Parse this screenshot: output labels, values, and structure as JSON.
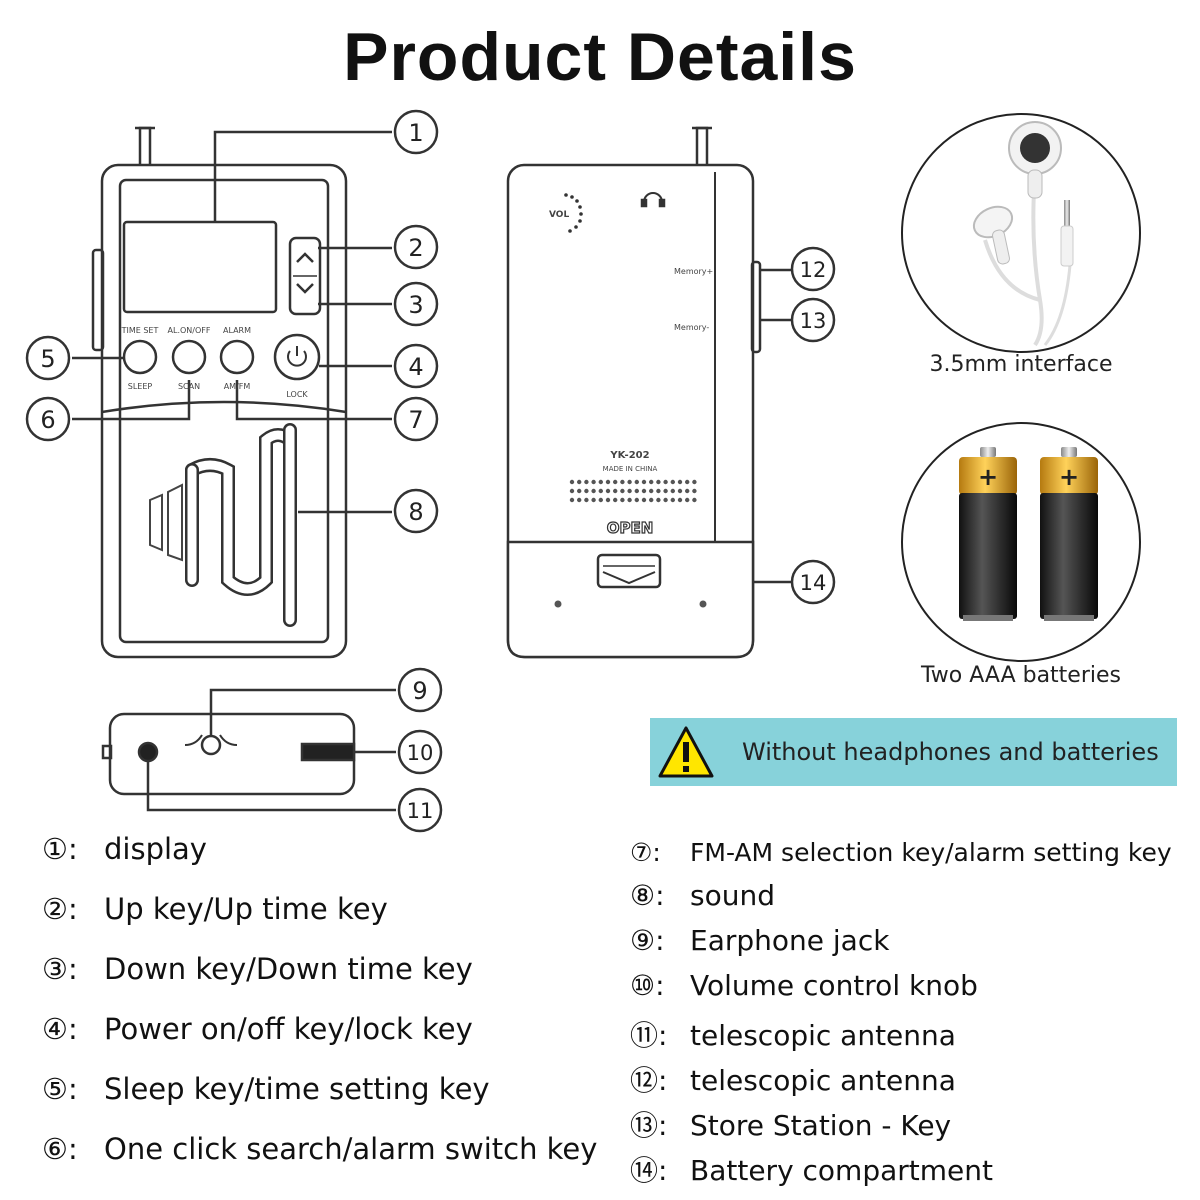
{
  "title": "Product Details",
  "front_view": {
    "button_top_labels": [
      "TIME SET",
      "AL.ON/OFF",
      "ALARM"
    ],
    "button_bottom_labels": [
      "SLEEP",
      "SCAN",
      "AM/FM",
      "LOCK"
    ]
  },
  "back_view": {
    "vol_label": "VOL",
    "memory_labels": [
      "Memory+",
      "Memory-"
    ],
    "model": "YK-202",
    "made_in": "MADE IN CHINA",
    "open_label": "OPEN"
  },
  "callouts": [
    "1",
    "2",
    "3",
    "4",
    "5",
    "6",
    "7",
    "8",
    "9",
    "10",
    "11",
    "12",
    "13",
    "14"
  ],
  "earphones_caption": "3.5mm interface",
  "batteries_caption": "Two AAA batteries",
  "warning_text": "Without headphones and batteries",
  "legend_left": [
    {
      "num": "①:",
      "text": "display"
    },
    {
      "num": "②:",
      "text": "Up key/Up time key"
    },
    {
      "num": "③:",
      "text": "Down key/Down time key"
    },
    {
      "num": "④:",
      "text": "Power on/off key/lock key"
    },
    {
      "num": "⑤:",
      "text": "Sleep key/time setting key"
    },
    {
      "num": "⑥:",
      "text": "One click search/alarm switch key"
    }
  ],
  "legend_right": [
    {
      "num": "⑦:",
      "text": "FM-AM selection key/alarm setting key"
    },
    {
      "num": "⑧:",
      "text": "sound"
    },
    {
      "num": "⑨:",
      "text": "Earphone jack"
    },
    {
      "num": "⑩:",
      "text": "Volume control knob"
    },
    {
      "num": "⑪:",
      "text": "telescopic antenna"
    },
    {
      "num": "⑫:",
      "text": "telescopic antenna"
    },
    {
      "num": "⑬:",
      "text": "Store Station - Key"
    },
    {
      "num": "⑭:",
      "text": "Battery compartment"
    }
  ],
  "colors": {
    "banner": "#87d2da",
    "warning_yellow": "#ffe600",
    "battery_gold": "#e8a81c",
    "line": "#333333"
  }
}
